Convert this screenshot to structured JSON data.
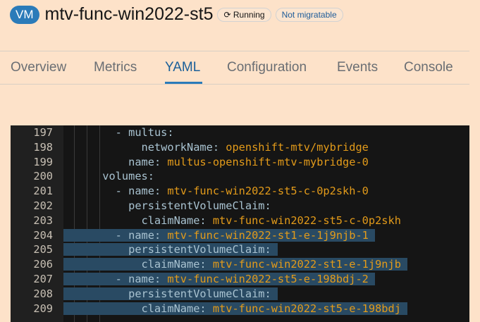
{
  "header": {
    "kind_badge": "VM",
    "title": "mtv-func-win2022-st5",
    "status": "Running",
    "migratable": "Not migratable"
  },
  "tabs": [
    {
      "label": "Overview"
    },
    {
      "label": "Metrics"
    },
    {
      "label": "YAML",
      "active": true
    },
    {
      "label": "Configuration"
    },
    {
      "label": "Events"
    },
    {
      "label": "Console"
    }
  ],
  "editor": {
    "lines": [
      {
        "n": "197",
        "indent": 8,
        "dash": true,
        "key": "multus:",
        "val": "",
        "sel": false
      },
      {
        "n": "198",
        "indent": 12,
        "dash": false,
        "key": "networkName: ",
        "val": "openshift-mtv/mybridge",
        "sel": false
      },
      {
        "n": "199",
        "indent": 10,
        "dash": false,
        "key": "name: ",
        "val": "multus-openshift-mtv-mybridge-0",
        "sel": false
      },
      {
        "n": "200",
        "indent": 6,
        "dash": false,
        "key": "volumes:",
        "val": "",
        "sel": false
      },
      {
        "n": "201",
        "indent": 8,
        "dash": true,
        "key": "name: ",
        "val": "mtv-func-win2022-st5-c-0p2skh-0",
        "sel": false
      },
      {
        "n": "202",
        "indent": 10,
        "dash": false,
        "key": "persistentVolumeClaim:",
        "val": "",
        "sel": false
      },
      {
        "n": "203",
        "indent": 12,
        "dash": false,
        "key": "claimName: ",
        "val": "mtv-func-win2022-st5-c-0p2skh",
        "sel": false
      },
      {
        "n": "204",
        "indent": 8,
        "dash": true,
        "key": "name: ",
        "val": "mtv-func-win2022-st1-e-1j9njb-1",
        "sel": true
      },
      {
        "n": "205",
        "indent": 10,
        "dash": false,
        "key": "persistentVolumeClaim:",
        "val": "",
        "sel": true
      },
      {
        "n": "206",
        "indent": 12,
        "dash": false,
        "key": "claimName: ",
        "val": "mtv-func-win2022-st1-e-1j9njb",
        "sel": true
      },
      {
        "n": "207",
        "indent": 8,
        "dash": true,
        "key": "name: ",
        "val": "mtv-func-win2022-st5-e-198bdj-2",
        "sel": true
      },
      {
        "n": "208",
        "indent": 10,
        "dash": false,
        "key": "persistentVolumeClaim:",
        "val": "",
        "sel": true
      },
      {
        "n": "209",
        "indent": 12,
        "dash": false,
        "key": "claimName: ",
        "val": "mtv-func-win2022-st5-e-198bdj",
        "sel": true
      }
    ]
  }
}
